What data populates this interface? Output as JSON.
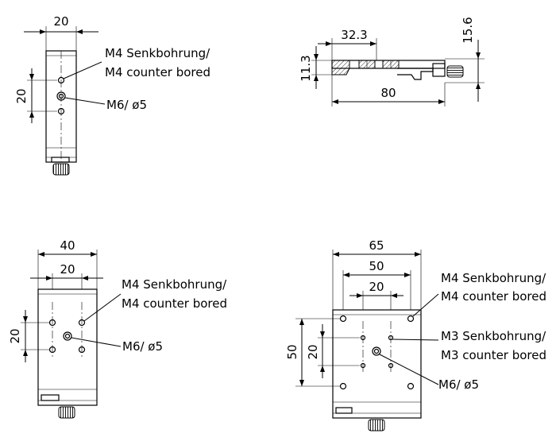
{
  "view_top_left": {
    "width_dim": "20",
    "spacing_dim": "20",
    "label_m4_de": "M4 Senkbohrung/",
    "label_m4_en": "M4 counter bored",
    "label_m6": "M6/ ø5"
  },
  "view_side": {
    "dim_top": "32.3",
    "dim_height_right": "15.6",
    "dim_height_left": "11.3",
    "dim_length": "80"
  },
  "view_bottom_left": {
    "width_outer": "40",
    "width_inner": "20",
    "spacing_dim": "20",
    "label_m4_de": "M4 Senkbohrung/",
    "label_m4_en": "M4 counter bored",
    "label_m6": "M6/ ø5"
  },
  "view_bottom_right": {
    "width_outer": "65",
    "width_mid": "50",
    "width_inner": "20",
    "height_outer": "50",
    "height_inner": "20",
    "label_m4_de": "M4 Senkbohrung/",
    "label_m4_en": "M4 counter bored",
    "label_m3_de": "M3 Senkbohrung/",
    "label_m3_en": "M3 counter bored",
    "label_m6": "M6/ ø5"
  }
}
